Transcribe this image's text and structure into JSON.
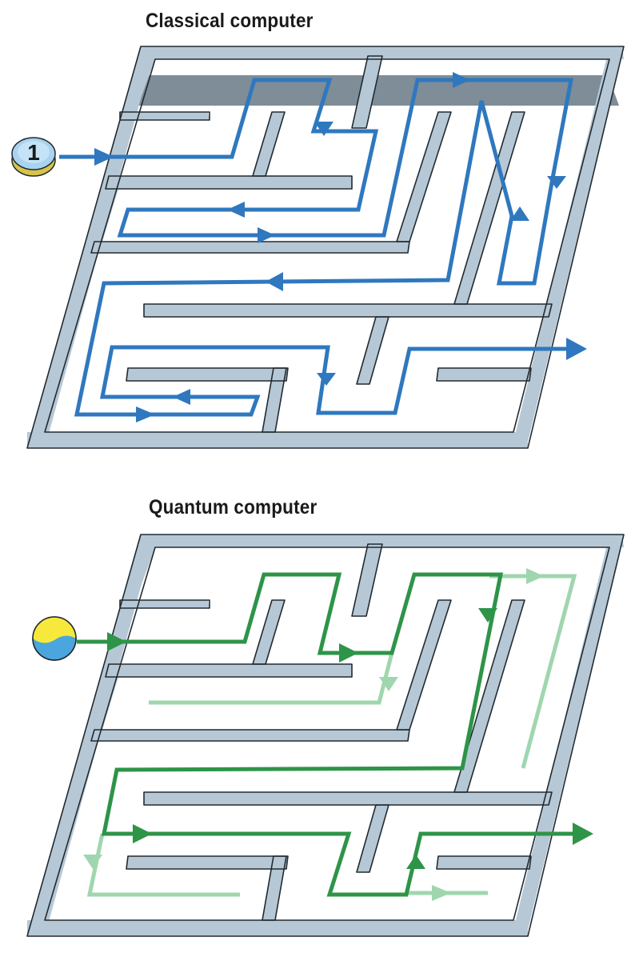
{
  "titles": {
    "classical": "Classical computer",
    "quantum": "Quantum computer"
  },
  "classical": {
    "token_label": "1",
    "path_color": "#2f78bf"
  },
  "quantum": {
    "token_colors": [
      "#f7e83c",
      "#4aa6dc"
    ],
    "path_color": "#2e9448",
    "faint_path_color": "#9fd6ae"
  },
  "colors": {
    "wall_top": "#b6c8d6",
    "wall_front": "#7e8d98",
    "wall_outline": "#222a30"
  }
}
